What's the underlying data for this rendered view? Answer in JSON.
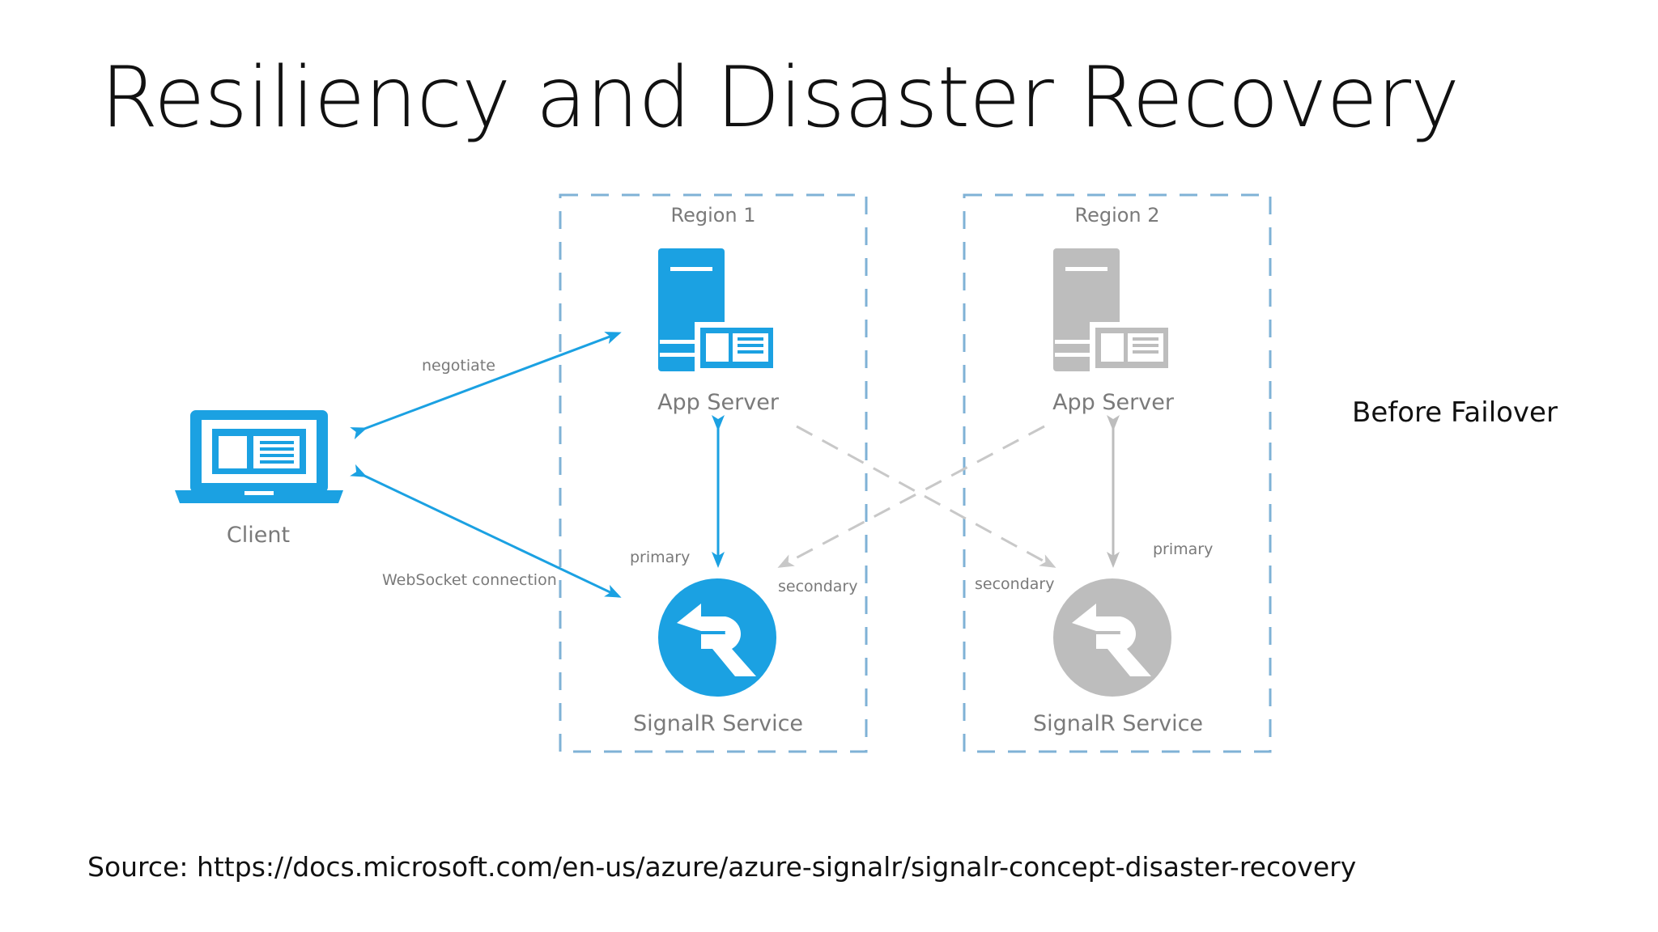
{
  "slide": {
    "title": "Resiliency and Disaster Recovery",
    "side_caption": "Before Failover",
    "source": "Source: https://docs.microsoft.com/en-us/azure/azure-signalr/signalr-concept-disaster-recovery"
  },
  "diagram": {
    "colors": {
      "active": "#1ba1e2",
      "inactive": "#bdbdbd",
      "border": "#7fb2d6",
      "label": "#7a7a7a",
      "dashed_line": "#c8c8c8"
    },
    "client": {
      "label": "Client",
      "icon": "laptop-icon"
    },
    "edges": {
      "negotiate": "negotiate",
      "websocket": "WebSocket connection"
    },
    "regions": [
      {
        "title": "Region 1",
        "state": "active",
        "app_server_label": "App Server",
        "signalr_label": "SignalR Service",
        "primary_label": "primary",
        "secondary_label": "secondary"
      },
      {
        "title": "Region 2",
        "state": "inactive",
        "app_server_label": "App Server",
        "signalr_label": "SignalR Service",
        "primary_label": "primary",
        "secondary_label": "secondary"
      }
    ]
  }
}
